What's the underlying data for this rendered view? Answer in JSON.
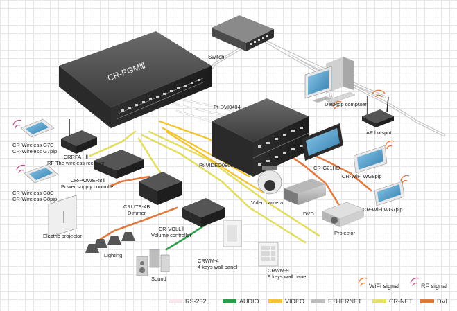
{
  "device_title": "CR-PGMⅢ",
  "labels": {
    "switch": "Switch",
    "pt_dvi0404": "Pt-DVI0404",
    "desktop_computer": "Desktop computer",
    "ap_hotspot": "AP hotspot",
    "pt_video0808": "Pt-VIDEO0808",
    "cr_g21hd": "CR-G21HD",
    "cr_wifi_wg8pip": "CR-WiFi WG8pip",
    "cr_wifi_wg7pip": "CR-WiFi WG7pip",
    "video_camera": "Video camera",
    "dvd": "DVD",
    "projector": "Projector",
    "cr_wireless_g7": [
      "CR-Wireless  G7C",
      "CR-Wireless  G7pip"
    ],
    "crrfa": [
      "CRRFA - Ⅱ",
      "RF The wireless receiver"
    ],
    "cr_power8": [
      "CR-POWER8Ⅲ",
      "Power supply controller"
    ],
    "cr_wireless_g8": [
      "CR-Wireless  G8C",
      "CR-Wireless  G8pip"
    ],
    "crlite": [
      "CRLITE-4B",
      "Dimmer"
    ],
    "electric_projector": "Electric projector",
    "cr_voll": [
      "CR-VOLLⅡ",
      "Volume controller"
    ],
    "lighting": "Lighting",
    "crwm4": [
      "CRWM-4",
      "4 keys wall panel"
    ],
    "sound": "Sound",
    "crwm9": [
      "CRWM-9",
      "9 keys wall panel"
    ]
  },
  "signals": {
    "wifi": "WiFi signal",
    "rf": "RF signal"
  },
  "legend": [
    {
      "label": "RS-232",
      "color": "#f4e6ea"
    },
    {
      "label": "AUDIO",
      "color": "#2e9b4c"
    },
    {
      "label": "VIDEO",
      "color": "#f2c531"
    },
    {
      "label": "ETHERNET",
      "color": "#bdbdbd"
    },
    {
      "label": "CR-NET",
      "color": "#e4e06a"
    },
    {
      "label": "DVI",
      "color": "#e07a3f"
    }
  ]
}
